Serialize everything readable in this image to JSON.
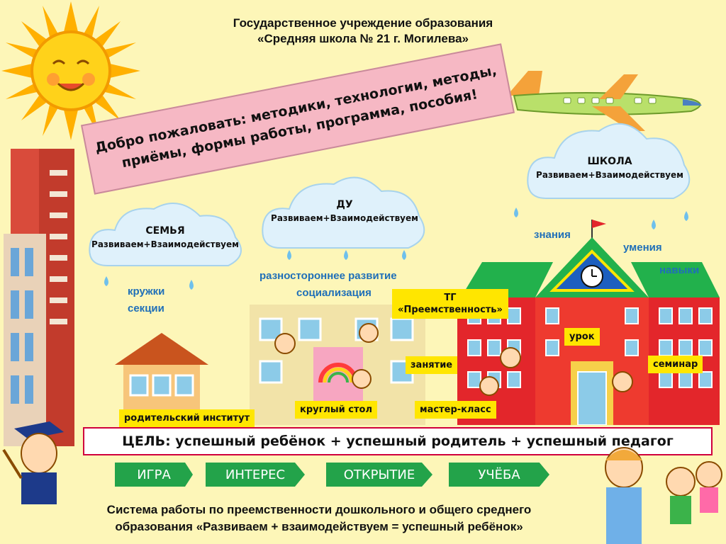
{
  "header": {
    "line1": "Государственное учреждение образования",
    "line2": "«Средняя школа № 21 г. Могилева»"
  },
  "banner": {
    "line1": "Добро пожаловать: методики, технологии, методы,",
    "line2": "приёмы, формы работы, программа, пособия!"
  },
  "clouds": {
    "family": {
      "title": "СЕМЬЯ",
      "subtitle": "Развиваем+Взаимодействуем"
    },
    "du": {
      "title": "ДУ",
      "subtitle": "Развиваем+Взаимодействуем"
    },
    "school": {
      "title": "ШКОЛА",
      "subtitle": "Развиваем+Взаимодействуем"
    }
  },
  "blue_labels": {
    "kruzhki": "кружки",
    "sektsii": "секции",
    "razvitie": "разностороннее развитие",
    "sotsializatsiya": "социализация",
    "znaniya": "знания",
    "umeniya": "умения",
    "navyki": "навыки"
  },
  "yellow_labels": {
    "tg_line1": "ТГ",
    "tg_line2": "«Преемственность»",
    "urok": "урок",
    "zanyatie": "занятие",
    "seminar": "семинар",
    "kruglyi_stol": "круглый стол",
    "master_klass": "мастер-класс",
    "roditelskii": "родительский институт"
  },
  "goal": "ЦЕЛЬ: успешный ребёнок + успешный родитель + успешный педагог",
  "steps": [
    "ИГРА",
    "ИНТЕРЕС",
    "ОТКРЫТИЕ",
    "УЧЁБА"
  ],
  "footer": {
    "line1": "Система работы по преемственности дошкольного и общего среднего",
    "line2": "образования «Развиваем + взаимодействуем = успешный ребёнок»"
  },
  "colors": {
    "background": "#fdf6b8",
    "accent_blue": "#1f6fb8",
    "label_yellow": "#ffe600",
    "goal_border": "#d0003c",
    "step_green": "#23a34a",
    "school_red": "#e3262b",
    "roof_green": "#22b14c"
  }
}
